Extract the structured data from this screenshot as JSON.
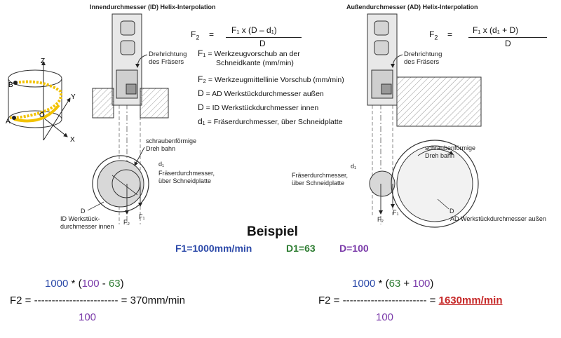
{
  "headers": {
    "id_title": "Innendurchmesser (ID) Helix-Interpolation",
    "ad_title": "Außendurchmesser (AD) Helix-Interpolation"
  },
  "axes": {
    "z": "Z",
    "y": "Y",
    "x": "X",
    "o": "O",
    "a": "A",
    "b": "B"
  },
  "id_formula": {
    "lhs": "F",
    "lhs_sub": "2",
    "eq": "=",
    "num": "F₁   x   (D – d₁)",
    "den": "D"
  },
  "ad_formula": {
    "lhs": "F",
    "lhs_sub": "2",
    "eq": "=",
    "num": "F₁   x   (d₁ + D)",
    "den": "D"
  },
  "legend": [
    {
      "sym": "F₁",
      "text": "= Werkzeugvorschub an der",
      "text2": "Schneidkante (mm/min)"
    },
    {
      "sym": "F₂",
      "text": "= Werkzeugmittellinie Vorschub (mm/min)"
    },
    {
      "sym": "D",
      "text": "= AD Werkstückdurchmesser außen"
    },
    {
      "sym": "D",
      "text": "= ID Werkstückdurchmesser innen"
    },
    {
      "sym": "d₁",
      "text": "= Fräserdurchmesser, über Schneidplatte"
    }
  ],
  "id_labels": {
    "rotation": [
      "Drehrichtung",
      "des Fräsers"
    ],
    "helix": [
      "schraubenförmige",
      "Dreh bahn"
    ],
    "d1": "d₁",
    "cutter": [
      "Fräserdurchmesser,",
      "über Schneidplatte"
    ],
    "d": "D",
    "id_workpiece": [
      "ID Werkstück-",
      "durchmesser innen"
    ],
    "f2": "F₂",
    "f1": "F₁"
  },
  "ad_labels": {
    "rotation": [
      "Drehrichtung",
      "des Fräsers"
    ],
    "helix": [
      "schraubenförmige",
      "Dreh bahn"
    ],
    "d1": "d₁",
    "cutter": [
      "Fräserdurchmesser,",
      "über Schneidplatte"
    ],
    "d": "D",
    "ad_workpiece": "AD Werkstückdurchmesser außen",
    "f2": "F₂",
    "f1": "F₁"
  },
  "example": {
    "title": "Beispiel",
    "f1": "F1=1000mm/min",
    "d1": "D1=63",
    "d": "D=100"
  },
  "calc_left": {
    "n1": "1000",
    "op1": "*",
    "p_open": "(",
    "n2": "100",
    "minus": "-",
    "n3": "63",
    "p_close": ")",
    "lhs": "F2 =",
    "dashes": "------------------------",
    "eq": "=",
    "result": "370mm/min",
    "den": "100"
  },
  "calc_right": {
    "n1": "1000",
    "op1": "*",
    "p_open": "(",
    "n2": "63",
    "plus": "+",
    "n3": "100",
    "p_close": ")",
    "lhs": "F2 =",
    "dashes": "------------------------",
    "eq": "=",
    "result": "1630mm/min",
    "den": "100"
  },
  "colors": {
    "blue": "#2a48a8",
    "green": "#2e7d32",
    "purple": "#7a3aa9",
    "red": "#c62828",
    "helix": "#f2c200"
  }
}
